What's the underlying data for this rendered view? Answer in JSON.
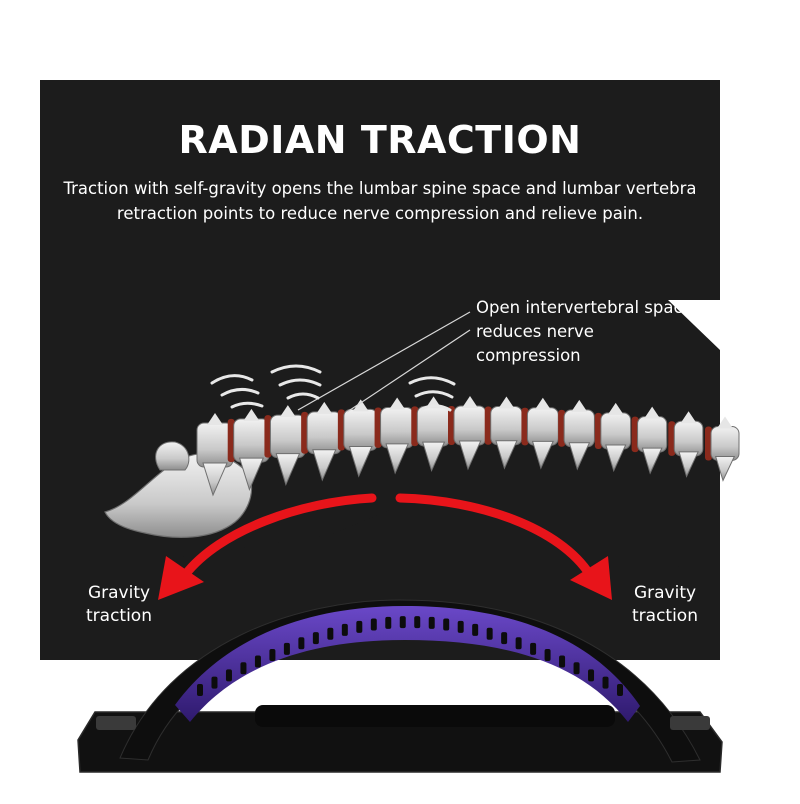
{
  "title": "RADIAN TRACTION",
  "subtitle": "Traction with self-gravity opens the lumbar spine space and lumbar vertebra retraction points to reduce nerve compression and relieve pain.",
  "callout": "Open intervertebral space reduces nerve compression",
  "gravity_left": "Gravity traction",
  "gravity_right": "Gravity traction",
  "colors": {
    "background": "#1c1c1c",
    "arrow": "#e8141a",
    "disc": "#8a2a1c",
    "bone": "#cfcfcf",
    "stretcher_pad": "#4a2a9a",
    "stretcher_frame": "#0e0e0e"
  }
}
